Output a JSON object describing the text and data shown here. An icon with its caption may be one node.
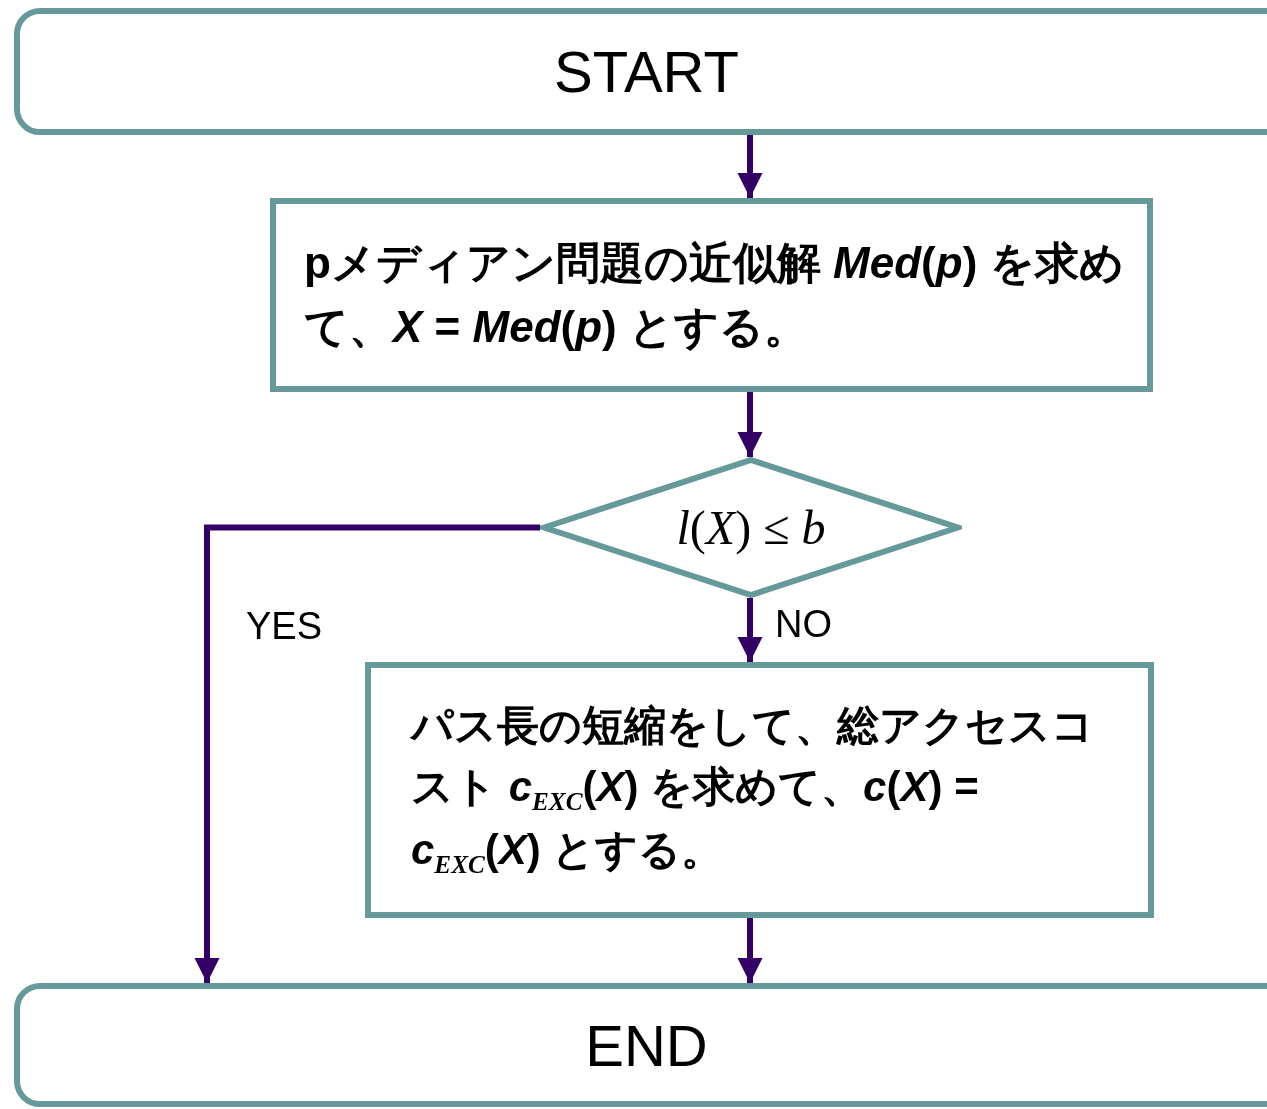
{
  "diagram": {
    "nodes": [
      {
        "text": [
          "START"
        ]
      },
      {
        "text": [
          "pメディアン問題の近似解 *Med*(*p*) を求めて、*X* = *Med*(*p*) とする。"
        ]
      },
      {
        "text": [
          "*l*(*X*) ≤ *b*"
        ]
      },
      {
        "text": [
          "パス長の短縮をして、総アクセスコスト *c*$_{EXC}$(*X*) を求めて、*c*(*X*) = *c*$_{EXC}$(*X*) とする。"
        ]
      },
      {
        "text": [
          "END"
        ]
      }
    ],
    "edges": [
      {
        "from": 0,
        "to": 1,
        "arrow": "to"
      },
      {
        "from": 1,
        "to": 2,
        "arrow": "to"
      },
      {
        "from": 2,
        "to": 3,
        "arrow": "to",
        "label": "NO"
      },
      {
        "from": 2,
        "to": 4,
        "arrow": "to",
        "label": "YES"
      },
      {
        "from": 3,
        "to": 4,
        "arrow": "to"
      }
    ]
  }
}
